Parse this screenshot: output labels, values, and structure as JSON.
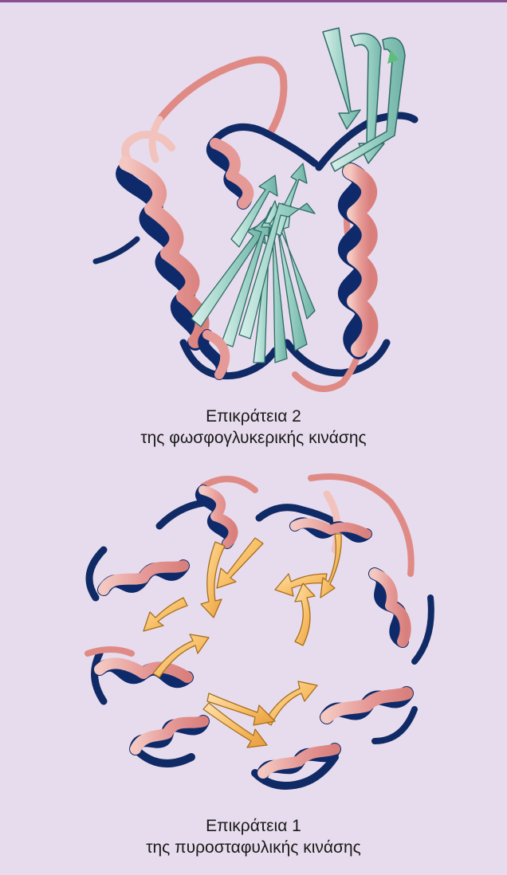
{
  "figure": {
    "colors": {
      "background": "#e7dced",
      "top_rule": "#8a4f93",
      "coil": "#102a66",
      "helix_front": "#e69a97",
      "helix_light": "#f2c3bd",
      "helix_back": "#0e2a6b",
      "strand_teal": "#9fd3c7",
      "strand_teal_edge": "#2f6b66",
      "strand_orange": "#f8c16a",
      "strand_orange_edge": "#a66e1e"
    },
    "panel_top": {
      "icons": [
        "alpha-helix-icon",
        "beta-strand-arrow-icon",
        "random-coil-icon"
      ],
      "caption_line1": "Επικράτεια 2",
      "caption_line2": "της φωσφογλυκερικής κινάσης"
    },
    "panel_bottom": {
      "icons": [
        "alpha-helix-icon",
        "beta-barrel-strand-icon",
        "random-coil-icon"
      ],
      "caption_line1": "Επικράτεια 1",
      "caption_line2": "της πυροσταφυλικής κινάσης"
    }
  }
}
